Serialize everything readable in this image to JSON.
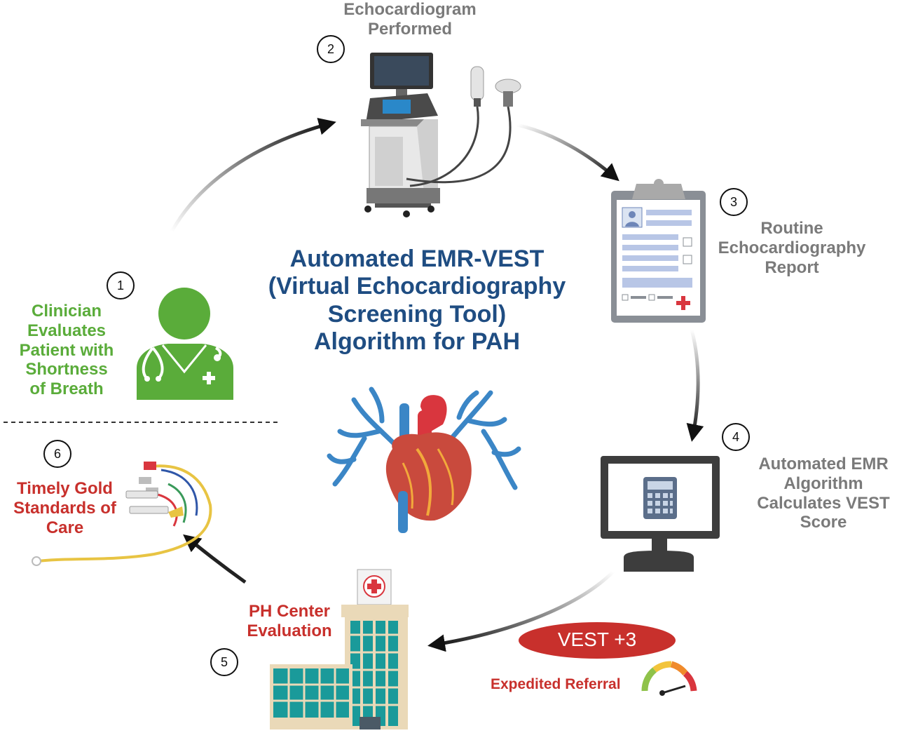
{
  "title": "Automated EMR-VEST\n(Virtual Echocardiography\nScreening Tool)\nAlgorithm for PAH",
  "steps": [
    {
      "number": "1",
      "label": "Clinician\nEvaluates\nPatient with\nShortness\nof Breath"
    },
    {
      "number": "2",
      "label": "Echocardiogram\nPerformed"
    },
    {
      "number": "3",
      "label": "Routine\nEchocardiography\nReport"
    },
    {
      "number": "4",
      "label": "Automated EMR\nAlgorithm\nCalculates VEST\nScore"
    },
    {
      "number": "5",
      "label": "PH Center\nEvaluation"
    },
    {
      "number": "6",
      "label": "Timely Gold\nStandards of\nCare"
    }
  ],
  "score_badge": "VEST +3",
  "referral_label": "Expedited Referral",
  "colors": {
    "green": "#5aac3a",
    "red": "#c8302c",
    "blue": "#1f4d82",
    "gray": "#7a7a7a"
  }
}
